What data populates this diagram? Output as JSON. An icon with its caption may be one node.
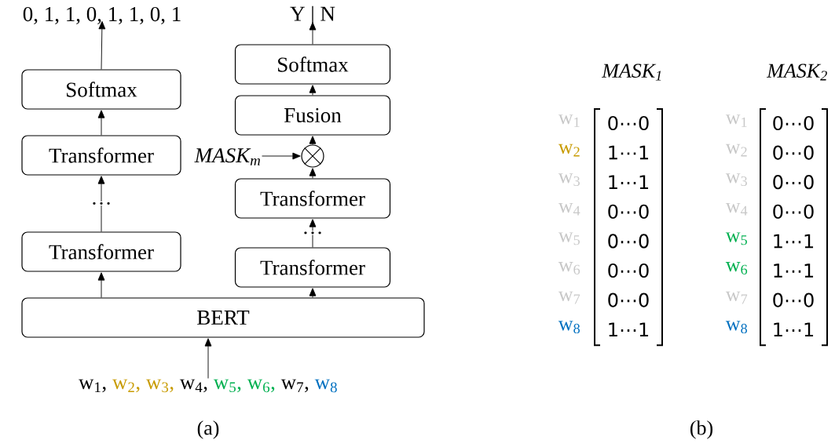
{
  "diagram": {
    "nodes": [
      {
        "text": [
          "0, 1, 1, 0, 1, 1, 0, 1"
        ]
      },
      {
        "text": [
          "Y | N"
        ]
      },
      {
        "text": [
          "Softmax"
        ]
      },
      {
        "text": [
          "Softmax"
        ]
      },
      {
        "text": [
          "Fusion"
        ]
      },
      {
        "text": [
          "Transformer"
        ]
      },
      {
        "text": [
          "MASK$_{m}$"
        ]
      },
      {
        "text": [],
        "shape": "circle"
      },
      {
        "text": [
          "Transformer"
        ]
      },
      {
        "text": [
          "Transformer"
        ]
      },
      {
        "text": [
          "Transformer"
        ]
      },
      {
        "text": [
          "BERT"
        ]
      },
      {
        "text": [
          "w$_{1}$,",
          "w$_{2}$,",
          "w$_{3}$,",
          "w$_{4}$,",
          "w$_{5}$,",
          "w$_{6}$,",
          "w$_{7}$,",
          "w$_{8}$"
        ]
      }
    ],
    "edges": [
      {
        "from": 2,
        "to": 0,
        "arrow": "to"
      },
      {
        "from": 5,
        "to": 2,
        "arrow": "to"
      },
      {
        "from": 9,
        "to": 5,
        "arrow": "to",
        "label": "…"
      },
      {
        "from": 11,
        "to": 9,
        "arrow": "to"
      },
      {
        "from": 12,
        "to": 11,
        "arrow": "to"
      },
      {
        "from": 11,
        "to": 10,
        "arrow": "to"
      },
      {
        "from": 10,
        "to": 8,
        "arrow": "to",
        "label": "…"
      },
      {
        "from": 8,
        "to": 7,
        "arrow": "to"
      },
      {
        "from": 6,
        "to": 7,
        "arrow": "to"
      },
      {
        "from": 7,
        "to": 4,
        "arrow": "to"
      },
      {
        "from": 4,
        "to": 3,
        "arrow": "to"
      },
      {
        "from": 3,
        "to": 1,
        "arrow": "to"
      }
    ],
    "labels": [
      "MASK$_{1}$",
      "MASK$_{2}$",
      "w$_{1}$",
      "0⋯0",
      "w$_{1}$",
      "0⋯0",
      "w$_{2}$",
      "1⋯1",
      "w$_{2}$",
      "0⋯0",
      "w$_{3}$",
      "1⋯1",
      "w$_{3}$",
      "0⋯0",
      "w$_{4}$",
      "0⋯0",
      "w$_{4}$",
      "0⋯0",
      "w$_{5}$",
      "0⋯0",
      "w$_{5}$",
      "1⋯1",
      "w$_{6}$",
      "0⋯0",
      "w$_{6}$",
      "1⋯1",
      "w$_{7}$",
      "0⋯0",
      "w$_{7}$",
      "0⋯0",
      "w$_{8}$",
      "1⋯1",
      "w$_{8}$",
      "1⋯1",
      "(a)",
      "(b)"
    ]
  }
}
